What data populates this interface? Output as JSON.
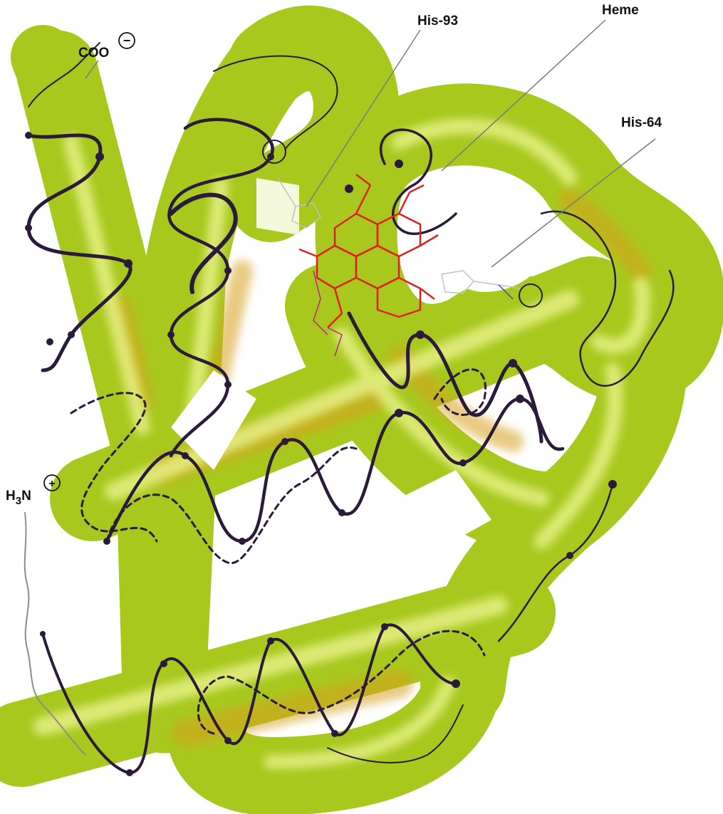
{
  "diagram": {
    "labels": {
      "c_terminus": "COO",
      "c_terminus_charge": "−",
      "n_terminus_prefix": "H",
      "n_terminus_subscript": "3",
      "n_terminus_suffix": "N",
      "n_terminus_charge": "+",
      "his93": "His-93",
      "heme": "Heme",
      "his64": "His-64"
    },
    "colors": {
      "tube": "#a8c81e",
      "tube_highlight": "#e4f07a",
      "tube_shadow": "#d6a01c",
      "backbone": "#2a1b3a",
      "heme": "#e0201a",
      "side_chain": "#c0c0c8"
    }
  }
}
